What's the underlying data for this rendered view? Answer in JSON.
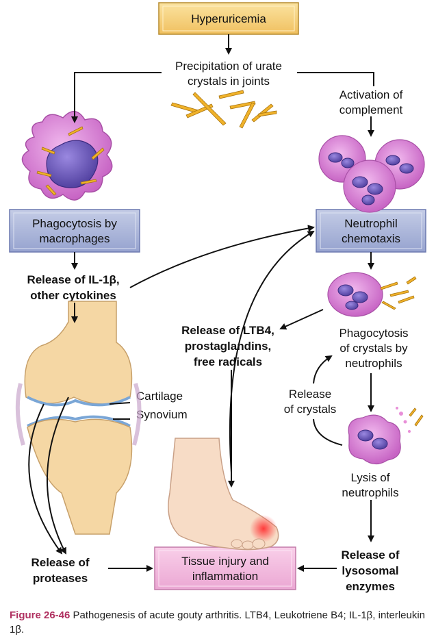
{
  "nodes": {
    "hyperuricemia": "Hyperuricemia",
    "precipitation": [
      "Precipitation of urate",
      "crystals in joints"
    ],
    "activation": [
      "Activation of",
      "complement"
    ],
    "phagocytosis_macro": [
      "Phagocytosis by",
      "macrophages"
    ],
    "neutrophil_chemo": [
      "Neutrophil",
      "chemotaxis"
    ],
    "release_il1": [
      "Release of IL-1β,",
      "other cytokines"
    ],
    "release_ltb4": [
      "Release of LTB4,",
      "prostaglandins,",
      "free radicals"
    ],
    "phagocytosis_neut": [
      "Phagocytosis",
      "of crystals by",
      "neutrophils"
    ],
    "release_crystals": [
      "Release",
      "of crystals"
    ],
    "cartilage": "Cartilage",
    "synovium": "Synovium",
    "lysis": [
      "Lysis of",
      "neutrophils"
    ],
    "release_proteases": [
      "Release of",
      "proteases"
    ],
    "tissue_injury": [
      "Tissue injury and",
      "inflammation"
    ],
    "release_lysosomal": [
      "Release of",
      "lysosomal",
      "enzymes"
    ]
  },
  "caption": {
    "figure_label": "Figure 26-46",
    "text": " Pathogenesis of acute gouty arthritis. LTB4, Leukotriene B4; IL-1β, interleukin 1β."
  },
  "colors": {
    "yellow_box": "#f7d27a",
    "blue_box": "#aab5d8",
    "pink_box": "#f3b9de",
    "cell_pink": "#d77ed3",
    "nucleus": "#6a55b8",
    "crystal": "#f0b22a",
    "bone": "#f5d7a4",
    "skin": "#f7dcc6"
  }
}
